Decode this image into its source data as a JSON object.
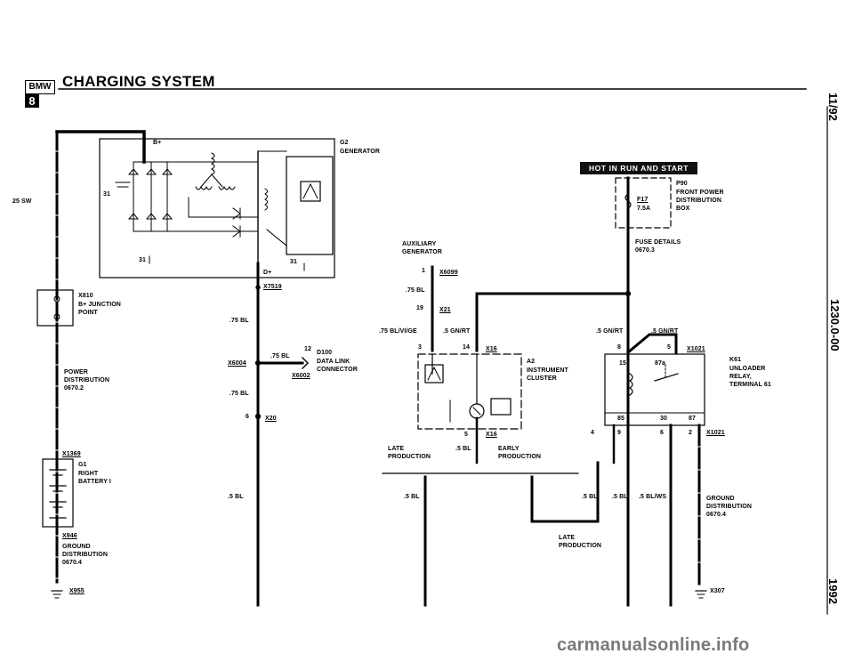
{
  "header": {
    "logo_top": "BMW",
    "logo_bottom": "8",
    "title": "CHARGING SYSTEM"
  },
  "side_labels": {
    "date": "11/92",
    "page": "1230.0-00",
    "year": "1992"
  },
  "badge": "HOT IN RUN AND START",
  "footer": "carmanualsonline.info",
  "labels": {
    "sw25": "25 SW",
    "bplus": "B+",
    "n31a": "31",
    "n31b": "31",
    "n31c": "31",
    "dplus": "D+",
    "x7519": "X7519",
    "g2": "G2",
    "g2_name": "GENERATOR",
    "x810": "X810",
    "x810_name": "B+ JUNCTION\nPOINT",
    "power_dist": "POWER\nDISTRIBUTION\n0670.2",
    "bl75_a": ".75 BL",
    "bl75_b": ".75 BL",
    "bl75_c": ".75 BL",
    "x6004": "X6004",
    "n12": "12",
    "d100": "D100",
    "d100_name": "DATA LINK\nCONNECTOR",
    "x6002": "X6002",
    "n6": "6",
    "x20": "X20",
    "bl5_a": ".5 BL",
    "x1369": "X1369",
    "g1": "G1",
    "g1_name": "RIGHT\nBATTERY I",
    "x946": "X946",
    "ground_dist_a": "GROUND\nDISTRIBUTION\n0670.4",
    "x955": "X955",
    "aux_gen": "AUXILIARY\nGENERATOR",
    "n1": "1",
    "x6099": "X6099",
    "bl75_d": ".75 BL",
    "n19": "19",
    "x21": "X21",
    "blvige": ".75 BL/VI/GE",
    "gnrt_a": ".5 GN/RT",
    "n3": "3",
    "n14": "14",
    "x16_a": "X16",
    "a2": "A2",
    "a2_name": "INSTRUMENT\nCLUSTER",
    "n5_a": "5",
    "x16_b": "X16",
    "late_prod_a": "LATE\nPRODUCTION",
    "bl5_b": ".5 BL",
    "early_prod": "EARLY\nPRODUCTION",
    "bl5_c": ".5 BL",
    "p90": "P90",
    "p90_name": "FRONT POWER\nDISTRIBUTION\nBOX",
    "f17": "F17",
    "f17_amp": "7.5A",
    "fuse_details": "FUSE DETAILS\n0670.3",
    "gnrt_b": ".5 GN/RT",
    "gnrt_c": ".5 GN/RT",
    "n8": "8",
    "n5_b": "5",
    "x1021_a": "X1021",
    "k61": "K61",
    "k61_name": "UNLOADER\nRELAY,\nTERMINAL 61",
    "n15": "15",
    "n87a": "87a",
    "n85": "85",
    "n30": "30",
    "n87": "87",
    "n4": "4",
    "n9": "9",
    "n6_b": "6",
    "n2": "2",
    "x1021_b": "X1021",
    "bl5_d": ".5 BL",
    "bl5_e": ".5 BL",
    "blws": ".5 BL/WS",
    "ground_dist_b": "GROUND\nDISTRIBUTION\n0670.4",
    "late_prod_b": "LATE\nPRODUCTION",
    "x307": "X307"
  }
}
